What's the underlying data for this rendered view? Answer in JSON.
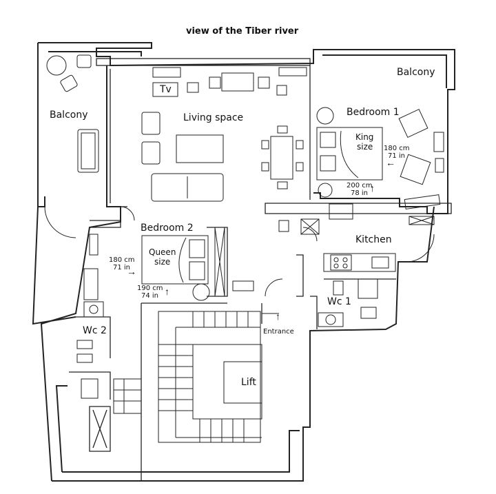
{
  "title": "view of the Tiber river",
  "rooms": {
    "balcony_left": "Balcony",
    "balcony_right": "Balcony",
    "tv": "Tv",
    "living_space": "Living space",
    "bedroom1": "Bedroom 1",
    "bedroom2": "Bedroom 2",
    "kitchen": "Kitchen",
    "wc1": "Wc 1",
    "wc2": "Wc 2",
    "lift": "Lift",
    "entrance": "Entrance"
  },
  "beds": {
    "bed1_type_line1": "King",
    "bed1_type_line2": "size",
    "bed1_width_cm": "180 cm",
    "bed1_width_in": "71 in",
    "bed1_length_cm": "200 cm",
    "bed1_length_in": "78 in",
    "bed2_type_line1": "Queen",
    "bed2_type_line2": "size",
    "bed2_width_cm": "180 cm",
    "bed2_width_in": "71 in",
    "bed2_length_cm": "190 cm",
    "bed2_length_in": "74 in"
  }
}
